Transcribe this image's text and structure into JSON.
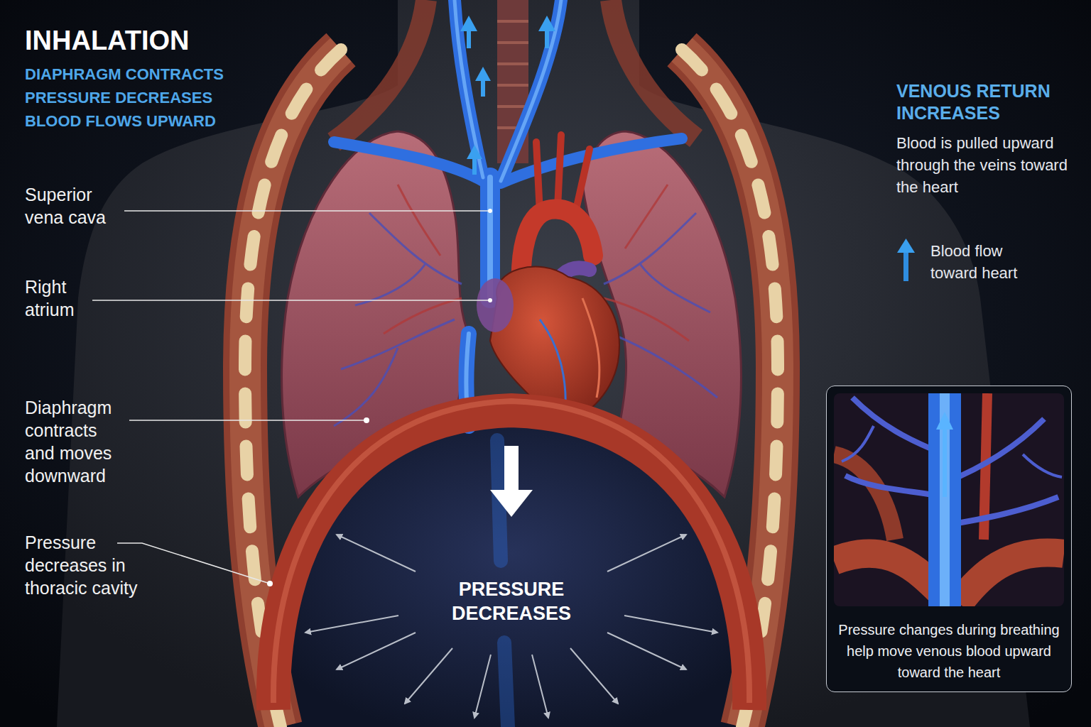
{
  "diagram": {
    "title": "INHALATION",
    "nodes": [
      {
        "text": [
          "Pressure changes during breathing help move venous blood upward toward the heart"
        ]
      }
    ],
    "labels": [
      "DIAPHRAGM CONTRACTS",
      "PRESSURE DECREASES",
      "BLOOD FLOWS UPWARD",
      "Superior vena cava",
      "Right atrium",
      "Diaphragm contracts and moves downward",
      "Pressure decreases in thoracic cavity",
      "PRESSURE DECREASES",
      "VENOUS RETURN INCREASES",
      "Blood is pulled upward through the veins toward the heart"
    ],
    "legend": [
      {
        "text": "Blood flow toward heart"
      }
    ]
  }
}
